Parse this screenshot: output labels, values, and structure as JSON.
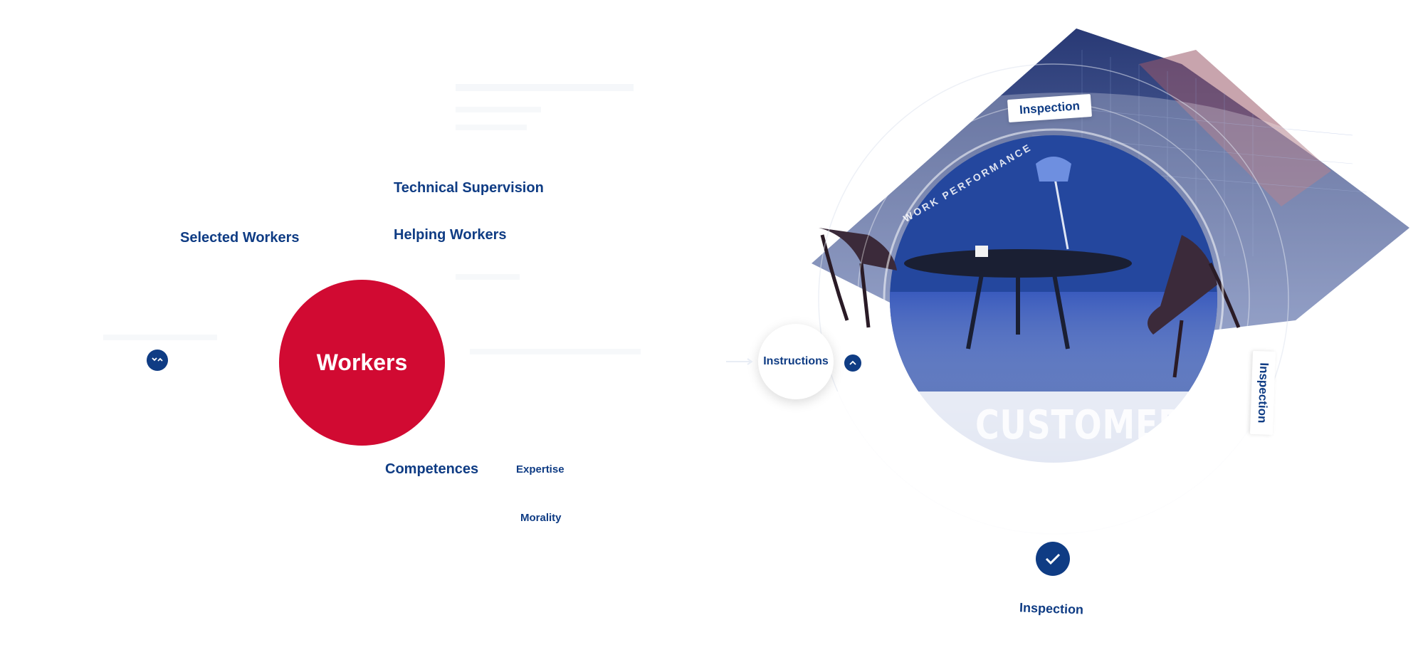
{
  "left_diagram": {
    "center_label": "Workers",
    "nodes": {
      "technical_supervision": "Technical Supervision",
      "helping_workers": "Helping Workers",
      "selected_workers": "Selected Workers",
      "competences": "Competences",
      "expertise": "Expertise",
      "morality": "Morality"
    }
  },
  "right_scene": {
    "inspection_top": "Inspection",
    "inspection_right": "Inspection",
    "inspection_bottom": "Inspection",
    "instructions": "Instructions",
    "work_performance": "WORK PERFORMANCE",
    "customer": "CUSTOMER"
  },
  "colors": {
    "navy": "#0f3c84",
    "red": "#d10a32",
    "white": "#ffffff"
  },
  "icons": {
    "toggle_left": "chevrons-icon",
    "toggle_right": "chevron-up-icon",
    "confirm": "checkmark-icon"
  }
}
